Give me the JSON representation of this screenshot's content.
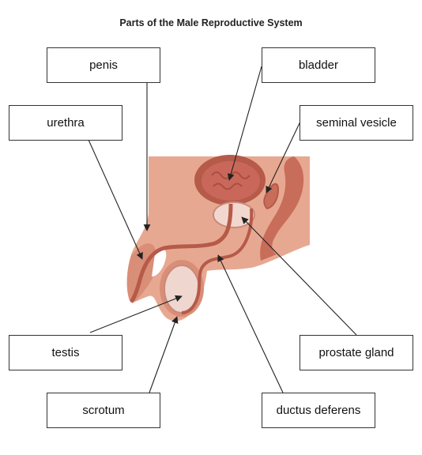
{
  "title": "Parts of the Male Reproductive System",
  "labels": {
    "penis": "penis",
    "urethra": "urethra",
    "bladder": "bladder",
    "seminal_vesicle": "seminal vesicle",
    "testis": "testis",
    "prostate_gland": "prostate gland",
    "scrotum": "scrotum",
    "ductus_deferens": "ductus deferens"
  },
  "colors": {
    "body_fill": "#e7a891",
    "organ_dark": "#b65a49",
    "bladder_fill": "#c45f50",
    "prostate_fill": "#f2d7cf",
    "testis_fill": "#efd6cf",
    "leader_line": "#222222"
  }
}
